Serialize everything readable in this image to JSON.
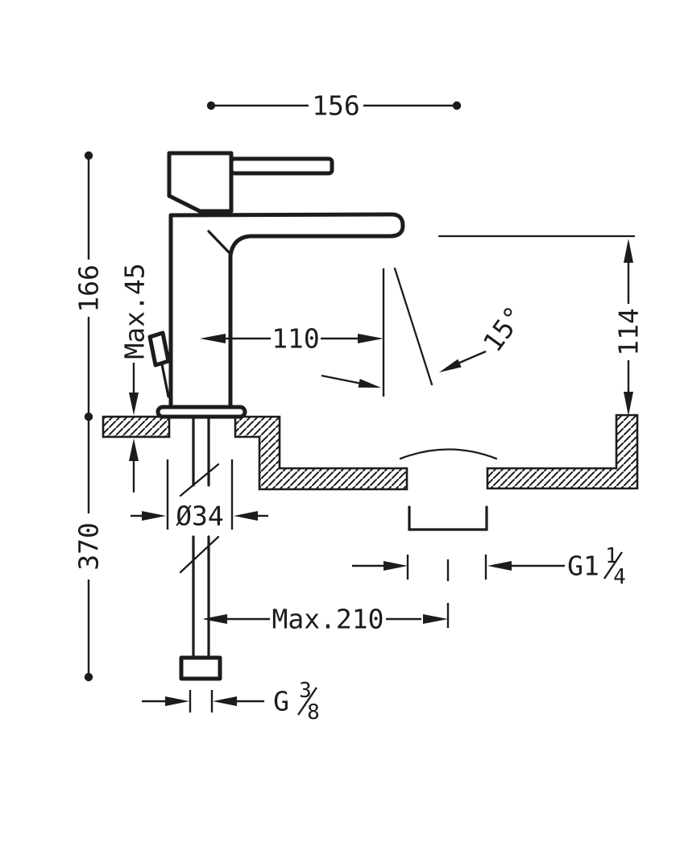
{
  "drawing": {
    "type": "technical-dimension-drawing",
    "subject": "single-lever basin mixer tap, side elevation with countertop and basin cross-section",
    "line_color": "#1c1c1c",
    "background_color": "#ffffff",
    "labels": {
      "spout_span": "156",
      "height_above_counter": "166",
      "max_counter_thickness": "Max.45",
      "spout_reach": "110",
      "stream_angle": "15°",
      "outlet_height": "114",
      "below_counter_depth": "370",
      "shank_diameter": "Ø34",
      "drain_thread_prefix": "G1",
      "drain_thread_numerator": "1",
      "drain_thread_denominator": "4",
      "max_drain_offset": "Max.210",
      "supply_thread_prefix": "G",
      "supply_thread_numerator": "3",
      "supply_thread_denominator": "8"
    }
  }
}
